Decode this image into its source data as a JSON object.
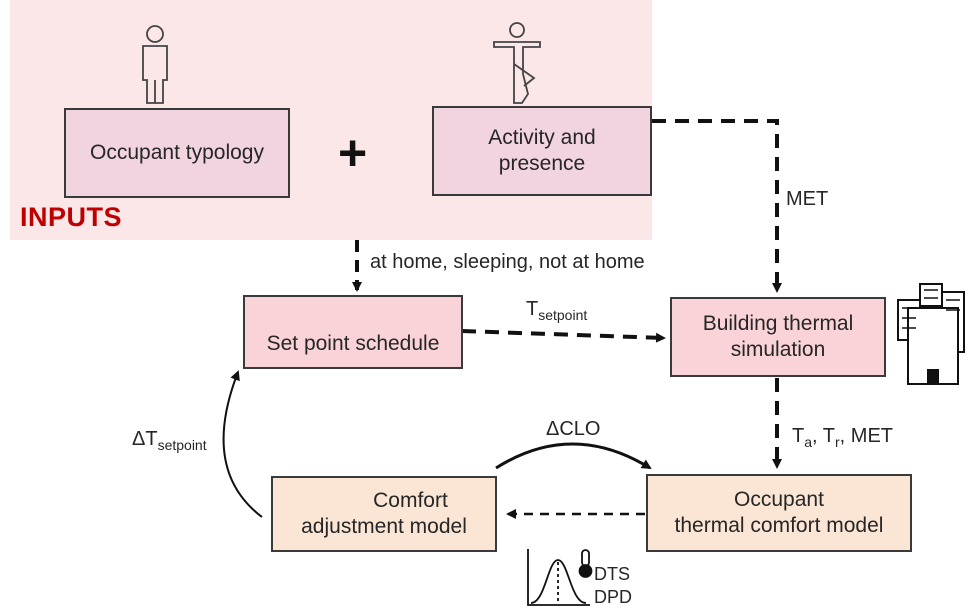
{
  "inputs_label": "INPUTS",
  "plus": "+",
  "boxes": {
    "occupant_typology": "Occupant typology",
    "activity_line1": "Activity and",
    "activity_line2": "presence",
    "set_point_schedule": "Set point schedule",
    "building_line1": "Building thermal",
    "building_line2": "simulation",
    "comfort_line1": "Comfort",
    "comfort_line2": "adjustment model",
    "occupant_line1": "Occupant",
    "occupant_line2": "thermal comfort model"
  },
  "edges": {
    "met": "MET",
    "presence_states": "at home, sleeping, not at home",
    "t_setpoint_main": "T",
    "t_setpoint_sub": "setpoint",
    "delta_t_main": "ΔT",
    "delta_t_sub": "setpoint",
    "delta_clo": "ΔCLO",
    "ta_main": "T",
    "ta_sub": "a",
    "tr_main": "T",
    "tr_sub": "r",
    "ta_tr_met": "MET",
    "dts": "DTS",
    "dpd": "DPD"
  },
  "icons": [
    "person-icon",
    "yoga-pose-icon",
    "thermometer-icon",
    "buildings-icon",
    "gauge-icon",
    "distribution-curve-icon"
  ]
}
